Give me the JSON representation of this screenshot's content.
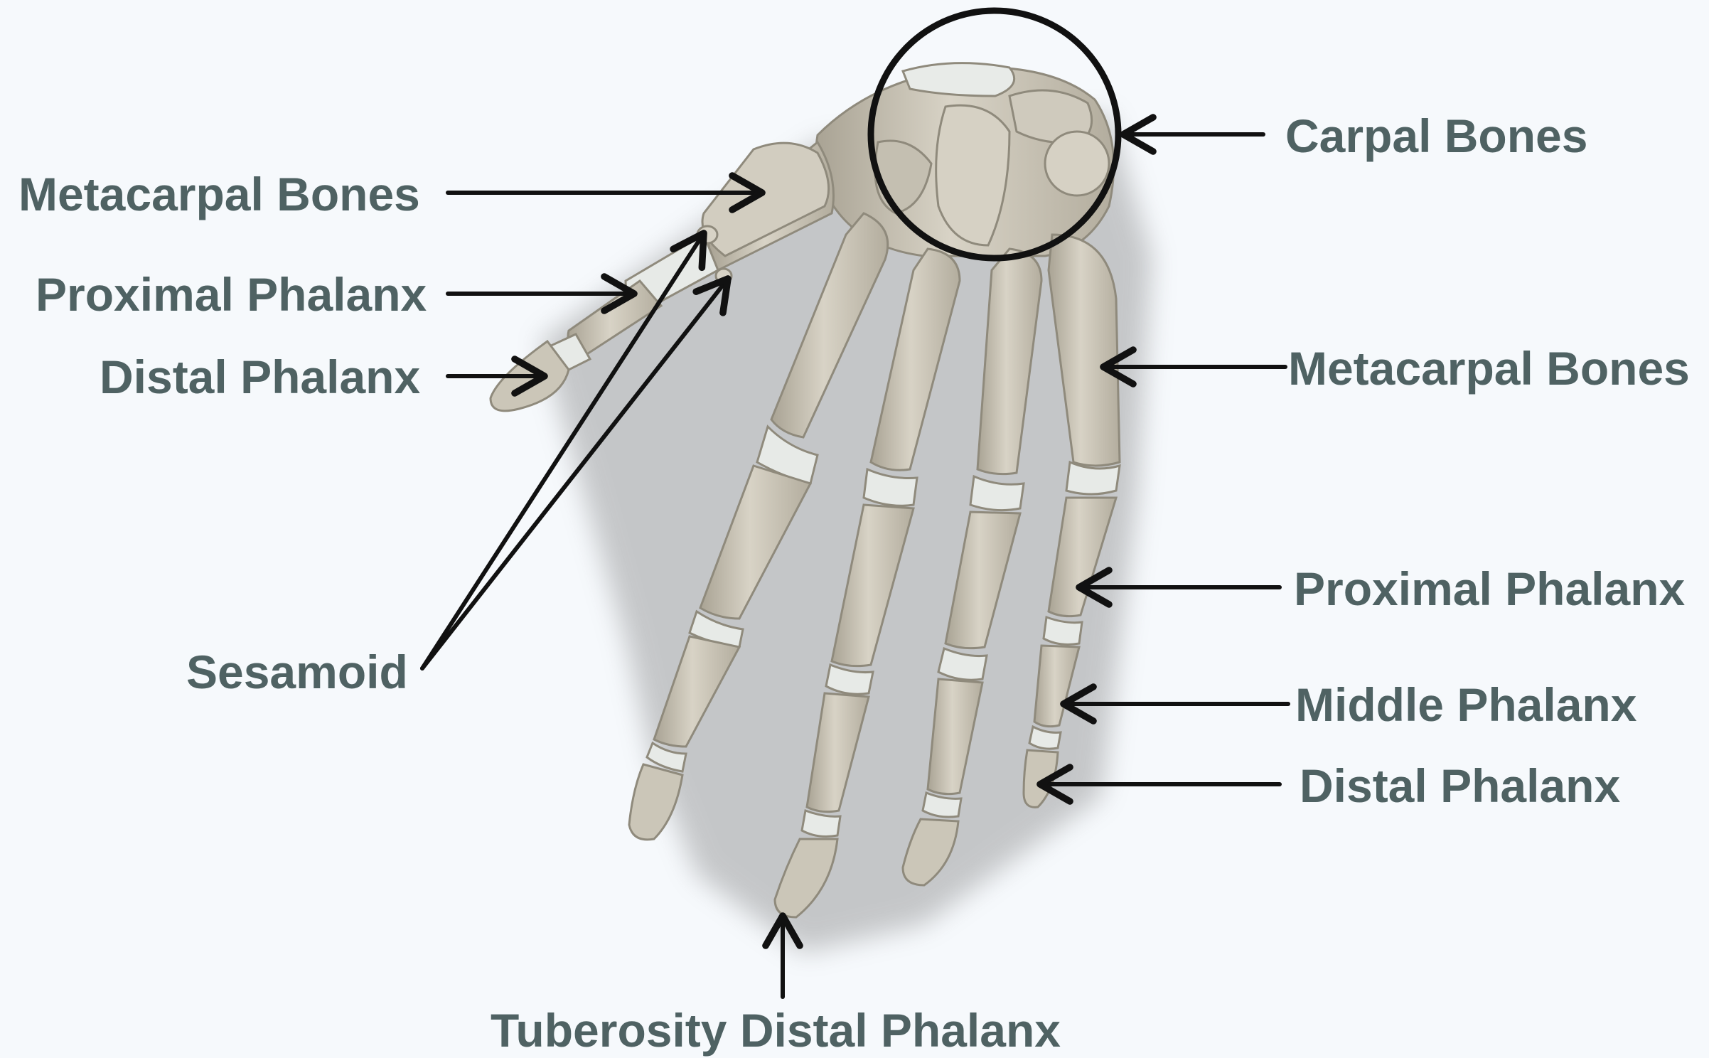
{
  "labels": {
    "left_metacarpal": "Metacarpal Bones",
    "left_proximal": "Proximal Phalanx",
    "left_distal": "Distal Phalanx",
    "sesamoid": "Sesamoid",
    "carpal": "Carpal Bones",
    "right_metacarpal": "Metacarpal Bones",
    "right_proximal": "Proximal Phalanx",
    "right_middle": "Middle Phalanx",
    "right_distal": "Distal Phalanx",
    "tuberosity": "Tuberosity Distal Phalanx"
  },
  "colors": {
    "background": "#f6f9fc",
    "label_text": "#4f6263",
    "arrow": "#111111",
    "bone": "#cfcabd",
    "bone_shadow": "#a9a394",
    "cartilage": "#e9ecea"
  }
}
